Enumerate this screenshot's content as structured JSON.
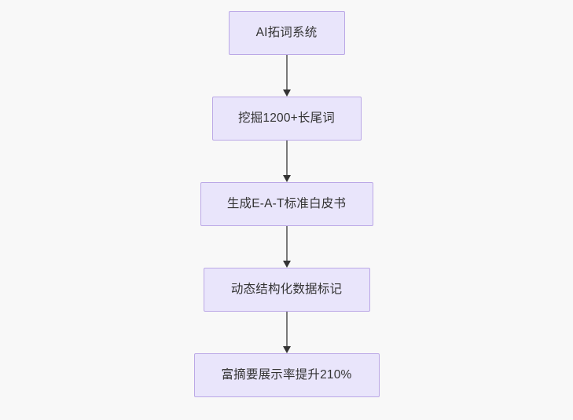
{
  "diagram": {
    "type": "flowchart",
    "orientation": "vertical-top-to-bottom",
    "background_color": "#f8f8f8",
    "node_fill_color": "#e9e5fb",
    "node_border_color": "#bba8e6",
    "node_text_color": "#333333",
    "connector_color": "#7a7a7a",
    "arrowhead_color": "#333333",
    "nodes": [
      {
        "id": "node-1",
        "label": "AI拓词系统"
      },
      {
        "id": "node-2",
        "label": "挖掘1200+长尾词"
      },
      {
        "id": "node-3",
        "label": "生成E-A-T标准白皮书"
      },
      {
        "id": "node-4",
        "label": "动态结构化数据标记"
      },
      {
        "id": "node-5",
        "label": "富摘要展示率提升210%"
      }
    ],
    "edges": [
      {
        "id": "edge-1",
        "from": "node-1",
        "to": "node-2",
        "arrow": "down-arrow-icon"
      },
      {
        "id": "edge-2",
        "from": "node-2",
        "to": "node-3",
        "arrow": "down-arrow-icon"
      },
      {
        "id": "edge-3",
        "from": "node-3",
        "to": "node-4",
        "arrow": "down-arrow-icon"
      },
      {
        "id": "edge-4",
        "from": "node-4",
        "to": "node-5",
        "arrow": "down-arrow-icon"
      }
    ]
  }
}
